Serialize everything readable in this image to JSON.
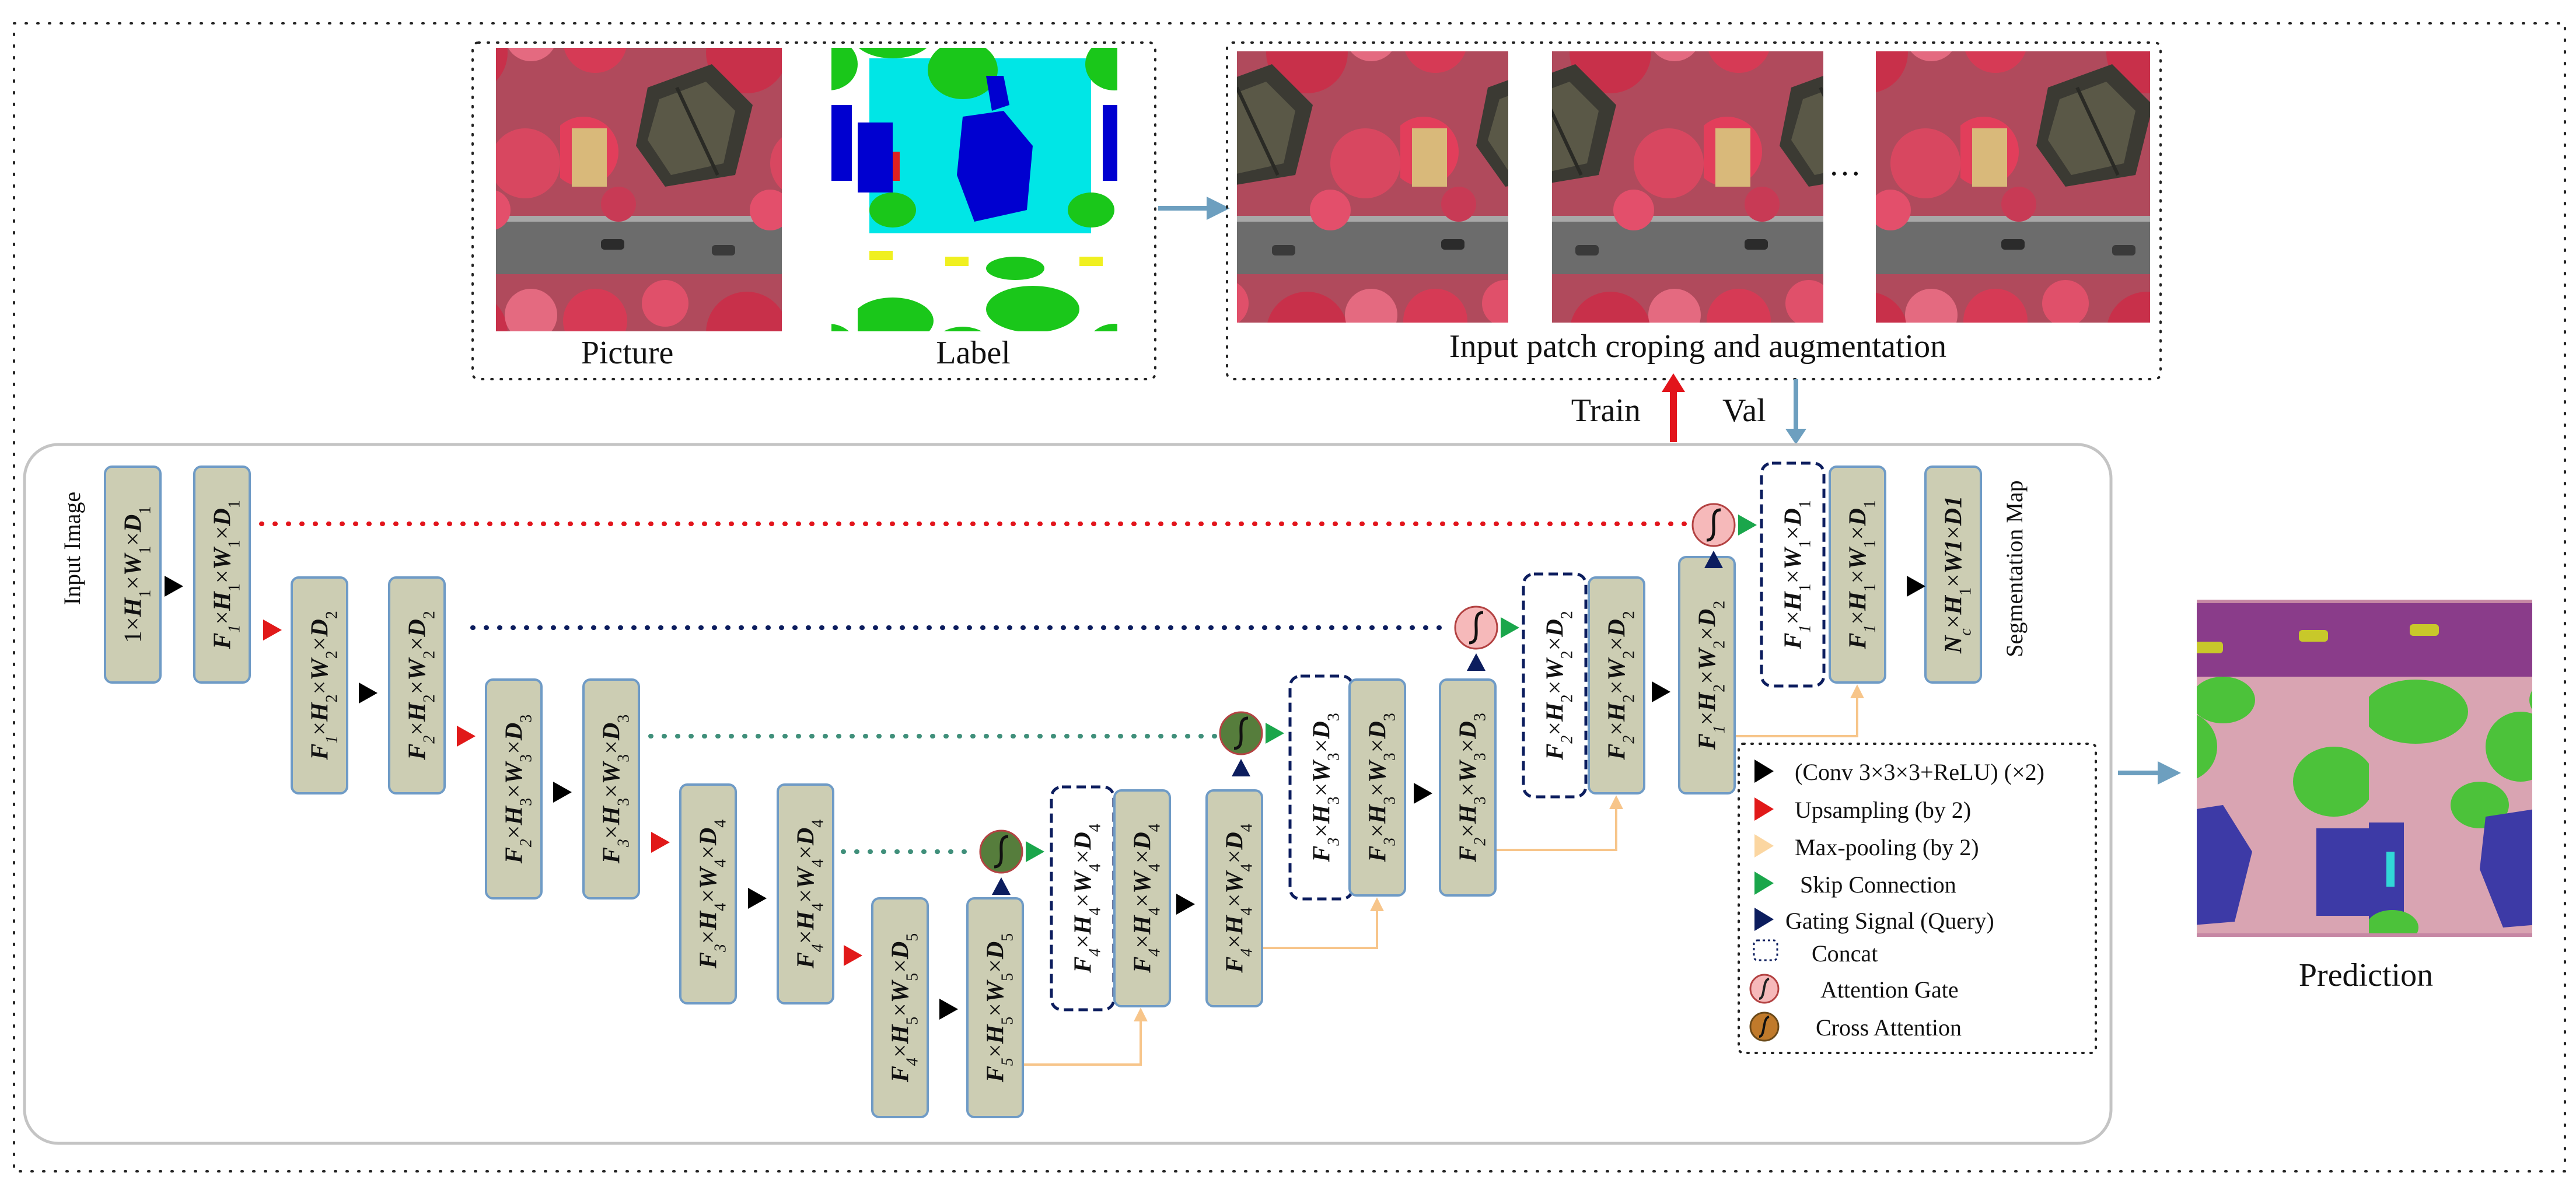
{
  "top": {
    "picture_caption": "Picture",
    "label_caption": "Label",
    "patch_caption": "Input patch croping and augmentation",
    "ellipsis": "…",
    "train_label": "Train",
    "val_label": "Val"
  },
  "network": {
    "input_label": "Input Image",
    "output_label": "Segmentation Map",
    "blocks": {
      "in": [
        "1×",
        "H",
        "1",
        "×",
        "W",
        "1",
        "×",
        "D",
        "1"
      ],
      "e1": [
        "F",
        "1",
        "×",
        "H",
        "1",
        "×",
        "W",
        "1",
        "×",
        "D",
        "1"
      ],
      "e2a": [
        "F",
        "1",
        "×",
        "H",
        "2",
        "×",
        "W",
        "2",
        "×",
        "D",
        "2"
      ],
      "e2b": [
        "F",
        "2",
        "×",
        "H",
        "2",
        "×",
        "W",
        "2",
        "×",
        "D",
        "2"
      ],
      "e3a": [
        "F",
        "2",
        "×",
        "H",
        "3",
        "×",
        "W",
        "3",
        "×",
        "D",
        "3"
      ],
      "e3b": [
        "F",
        "3",
        "×",
        "H",
        "3",
        "×",
        "W",
        "3",
        "×",
        "D",
        "3"
      ],
      "e4a": [
        "F",
        "3",
        "×",
        "H",
        "4",
        "×",
        "W",
        "4",
        "×",
        "D",
        "4"
      ],
      "e4b": [
        "F",
        "4",
        "×",
        "H",
        "4",
        "×",
        "W",
        "4",
        "×",
        "D",
        "4"
      ],
      "b1": [
        "F",
        "4",
        "×",
        "H",
        "5",
        "×",
        "W",
        "5",
        "×",
        "D",
        "5"
      ],
      "b2": [
        "F",
        "5",
        "×",
        "H",
        "5",
        "×",
        "W",
        "5",
        "×",
        "D",
        "5"
      ],
      "d4c": [
        "F",
        "4",
        "×",
        "H",
        "4",
        "×",
        "W",
        "4",
        "×",
        "D",
        "4"
      ],
      "d4a": [
        "F",
        "4",
        "×",
        "H",
        "4",
        "×",
        "W",
        "4",
        "×",
        "D",
        "4"
      ],
      "d4b": [
        "F",
        "4",
        "×",
        "H",
        "4",
        "×",
        "W",
        "4",
        "×",
        "D",
        "4"
      ],
      "d3c": [
        "F",
        "3",
        "×",
        "H",
        "3",
        "×",
        "W",
        "3",
        "×",
        "D",
        "3"
      ],
      "d3a": [
        "F",
        "3",
        "×",
        "H",
        "3",
        "×",
        "W",
        "3",
        "×",
        "D",
        "3"
      ],
      "d3b": [
        "F",
        "2",
        "×",
        "H",
        "3",
        "×",
        "W",
        "3",
        "×",
        "D",
        "3"
      ],
      "d2c": [
        "F",
        "2",
        "×",
        "H",
        "2",
        "×",
        "W",
        "2",
        "×",
        "D",
        "2"
      ],
      "d2a": [
        "F",
        "2",
        "×",
        "H",
        "2",
        "×",
        "W",
        "2",
        "×",
        "D",
        "2"
      ],
      "d2b": [
        "F",
        "1",
        "×",
        "H",
        "2",
        "×",
        "W",
        "2",
        "×",
        "D",
        "2"
      ],
      "d1c": [
        "F",
        "1",
        "×",
        "H",
        "1",
        "×",
        "W",
        "1",
        "×",
        "D",
        "1"
      ],
      "d1a": [
        "F",
        "1",
        "×",
        "H",
        "1",
        "×",
        "W",
        "1",
        "×",
        "D",
        "1"
      ],
      "out": [
        "N",
        "c",
        "×",
        "H",
        "1",
        "×",
        "W1",
        "",
        "×",
        "D1",
        ""
      ]
    }
  },
  "legend": {
    "conv": "(Conv 3×3×3+ReLU) (×2)",
    "upsampling": "Upsampling (by 2)",
    "maxpool": "Max-pooling (by 2)",
    "skip": "Skip Connection",
    "gating": "Gating Signal (Query)",
    "concat": "Concat",
    "attention_gate": "Attention Gate",
    "cross_attention": "Cross Attention"
  },
  "prediction": {
    "caption": "Prediction"
  },
  "colors": {
    "block_fill": "#cccdb3",
    "block_stroke": "#6f9bc6",
    "conv_arrow": "#000000",
    "upsampling_arrow": "#e11919",
    "maxpool_arrow": "#fbd6a1",
    "skip_arrow": "#1aa64b",
    "gating_arrow": "#0c1d5e",
    "attention_gate_fill": "#f6b9ba",
    "cross_attention_fill": "#567d3c",
    "link_blue": "#6d9fbf",
    "train_red": "#e2141b"
  }
}
